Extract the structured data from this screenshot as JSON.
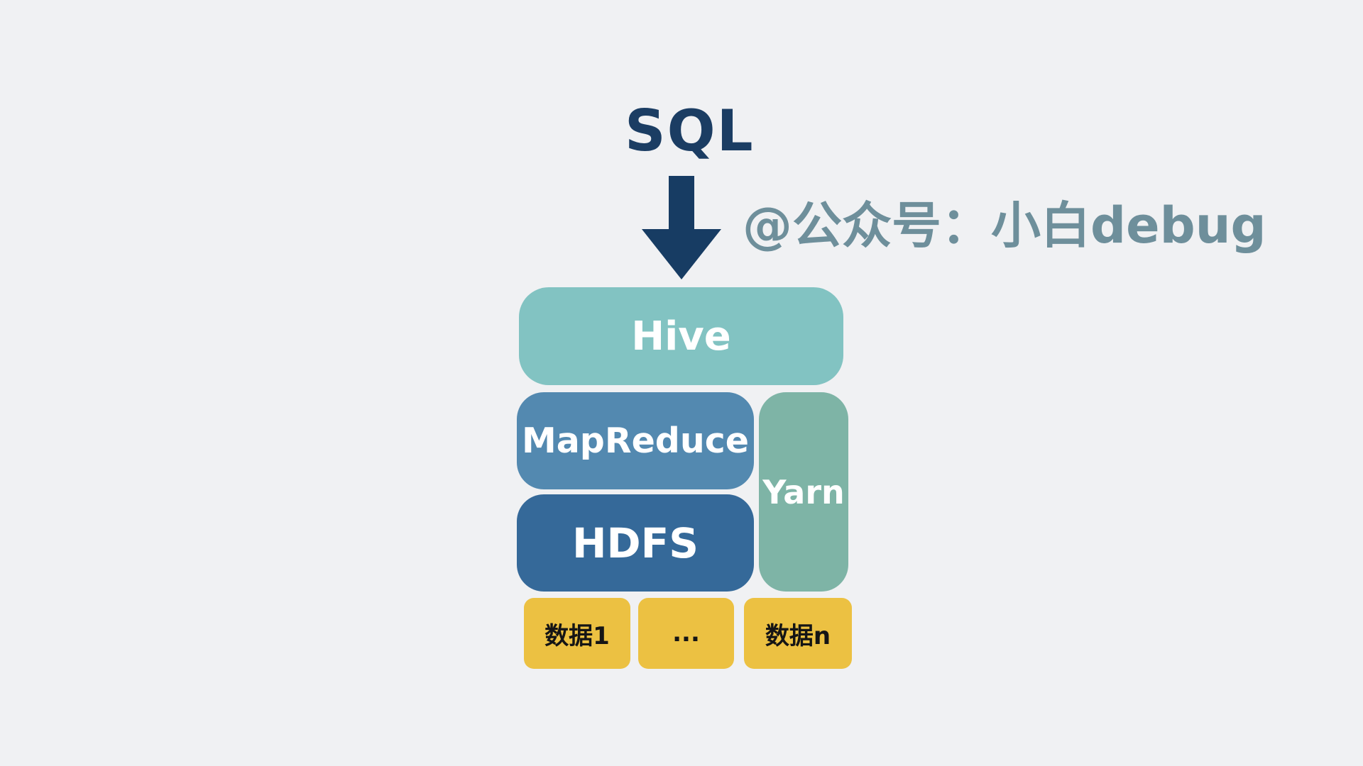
{
  "input": {
    "label": "SQL"
  },
  "watermark": {
    "text": "@公众号：小白debug"
  },
  "layers": {
    "hive": "Hive",
    "mapreduce": "MapReduce",
    "hdfs": "HDFS",
    "yarn": "Yarn"
  },
  "data_blocks": [
    "数据1",
    "...",
    "数据n"
  ],
  "colors": {
    "background": "#f0f1f3",
    "sql_text": "#1b3d63",
    "arrow": "#173c63",
    "watermark": "#6e8f9b",
    "hive": "#82c3c2",
    "mapreduce": "#5389b0",
    "hdfs": "#356999",
    "yarn": "#7eb4a6",
    "data": "#ecc142"
  },
  "icons": {
    "arrow": "arrow-down-icon"
  }
}
